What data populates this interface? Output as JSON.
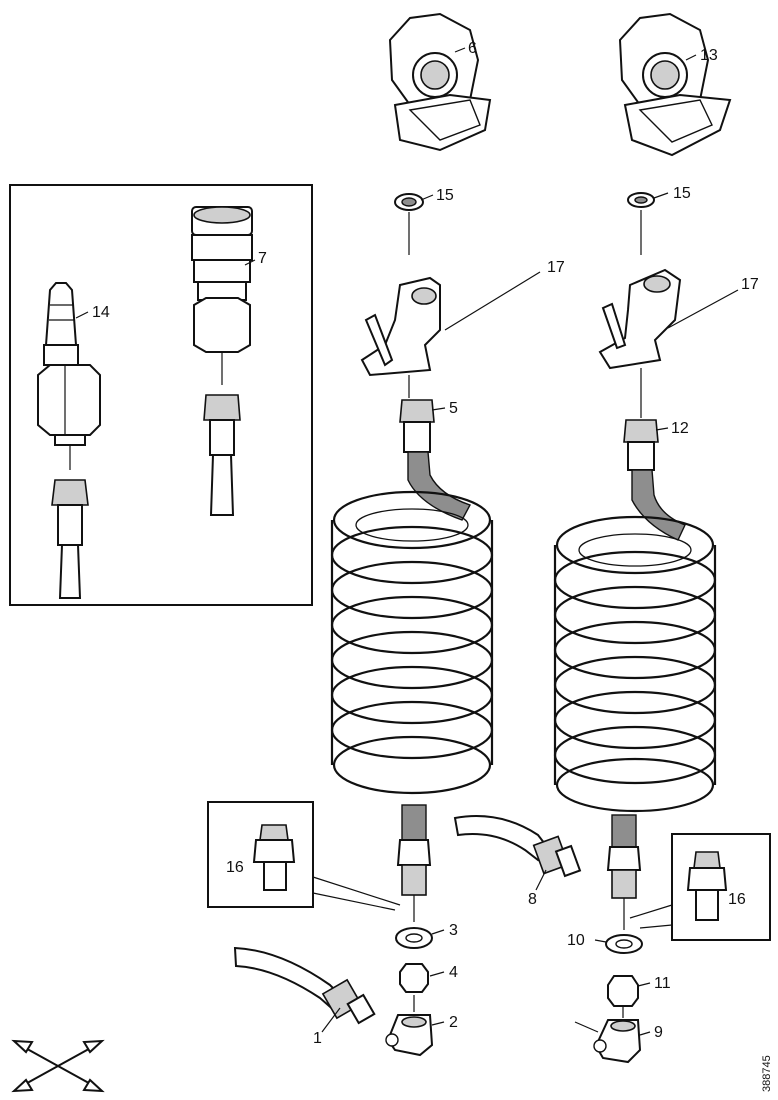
{
  "callouts": {
    "c1": "1",
    "c2": "2",
    "c3": "3",
    "c4": "4",
    "c5": "5",
    "c6": "6",
    "c7": "7",
    "c8": "8",
    "c9": "9",
    "c10": "10",
    "c11": "11",
    "c12": "12",
    "c13": "13",
    "c14": "14",
    "c15a": "15",
    "c15b": "15",
    "c16a": "16",
    "c16b": "16",
    "c17a": "17",
    "c17b": "17"
  },
  "reference_number": "388745",
  "icons": {
    "orientation": "orientation-arrows-icon"
  }
}
